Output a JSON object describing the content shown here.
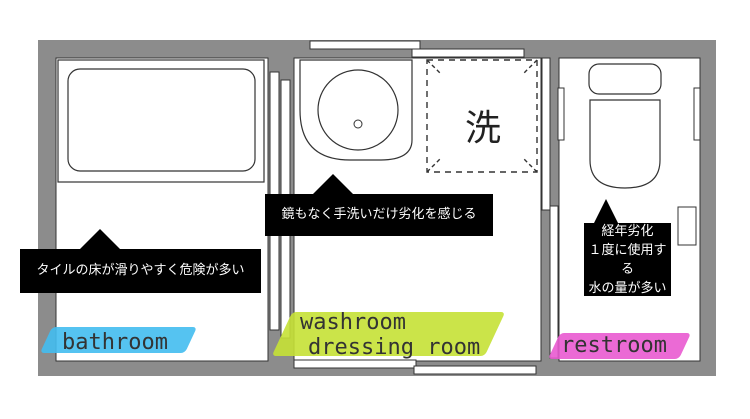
{
  "callouts": {
    "bathroom": "タイルの床が滑りやすく危険が多い",
    "mirror": "鏡もなく手洗いだけ劣化を感じる",
    "restroom": "経年劣化\n１度に使用する\n水の量が多い"
  },
  "rooms": {
    "bathroom": "bathroom",
    "washroom_line1": "washroom",
    "washroom_line2": "dressing room",
    "restroom": "restroom"
  },
  "fixtures": {
    "washer_symbol": "洗"
  },
  "colors": {
    "wall": "#8c8c8c",
    "floor": "#ffffff",
    "bathroom_swash": "#42bdf0",
    "washroom_swash": "#c5e135",
    "restroom_swash": "#e95ad0",
    "callout_bg": "#000000"
  }
}
